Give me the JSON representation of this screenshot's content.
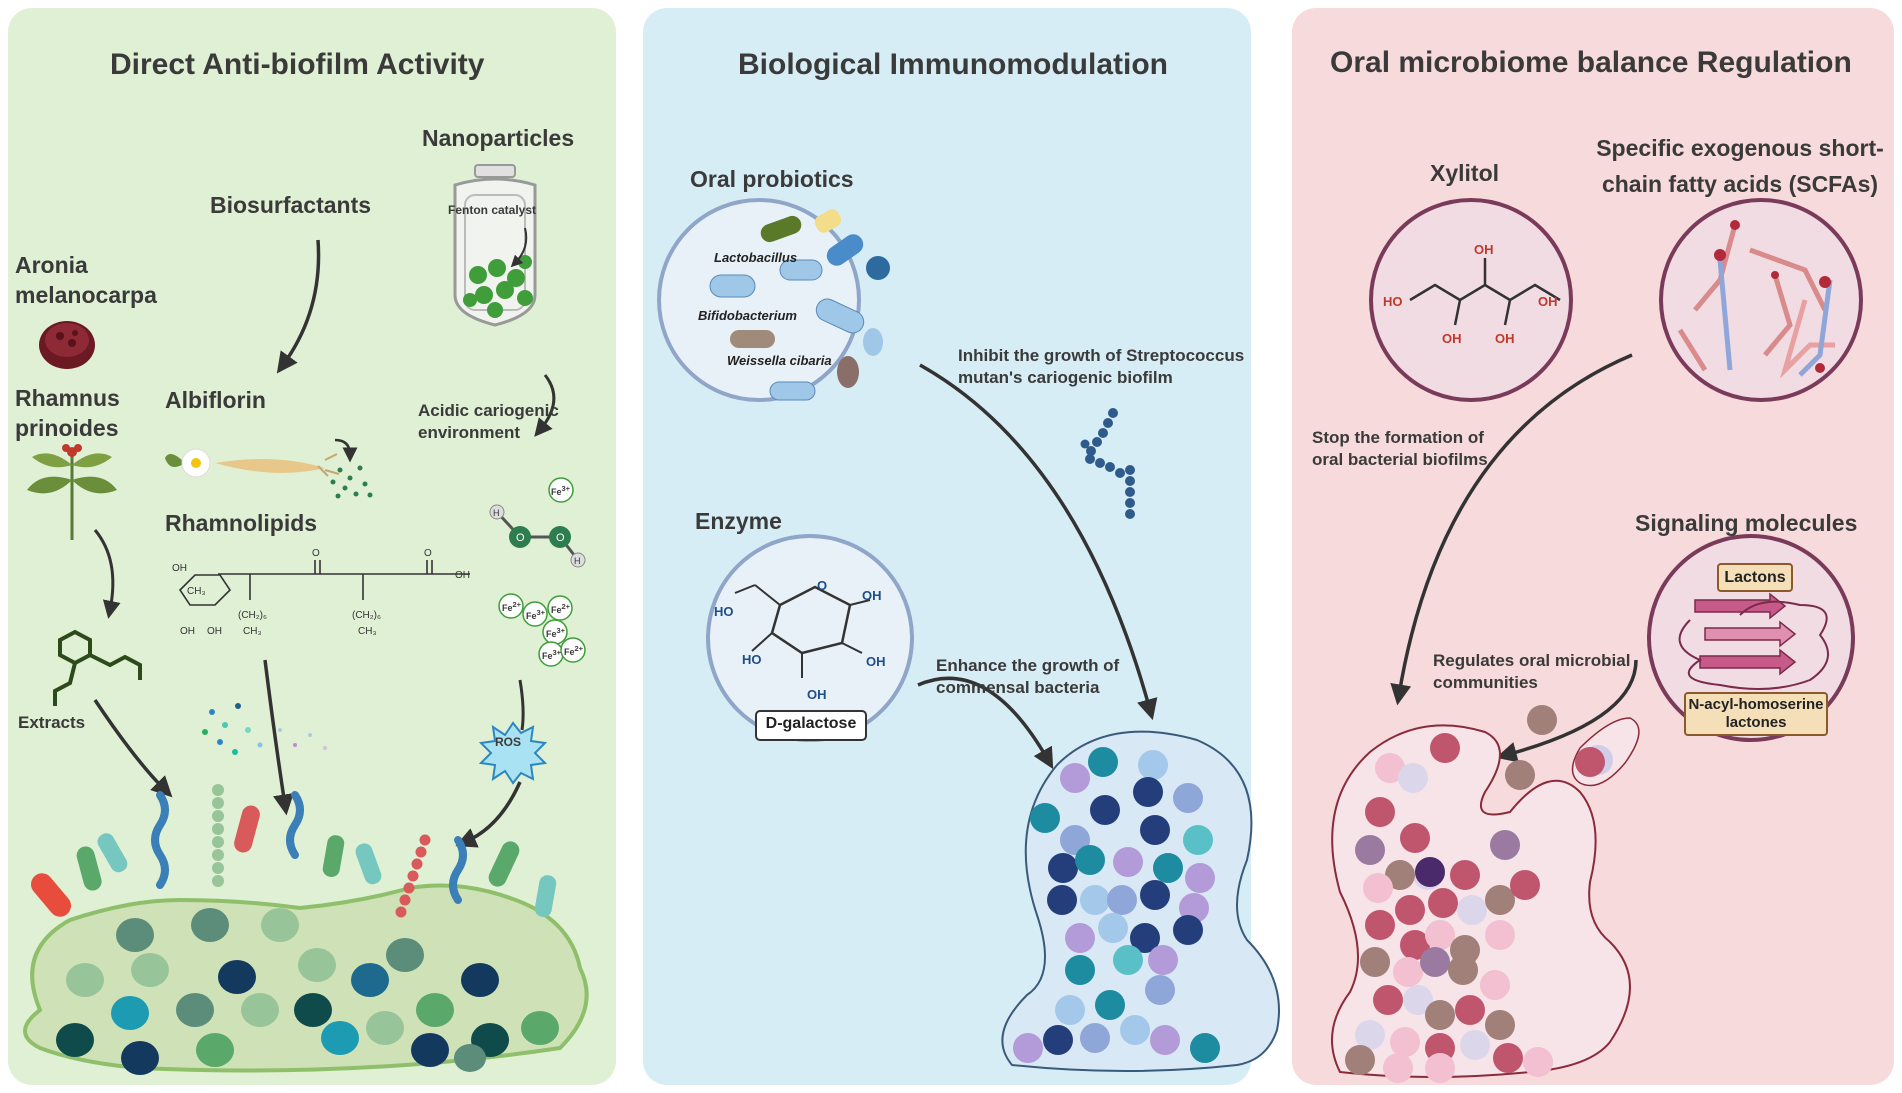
{
  "panels": {
    "antibiofilm": {
      "title": "Direct Anti-biofilm Activity",
      "aronia": "Aronia melanocarpa",
      "rhamnus": "Rhamnus prinoides",
      "biosurfactants": "Biosurfactants",
      "albiflorin": "Albiflorin",
      "rhamnolipids": "Rhamnolipids",
      "nanoparticles": "Nanoparticles",
      "fenton": "Fenton catalyst",
      "acidic": "Acidic cariogenic environment",
      "extracts": "Extracts",
      "ros": "ROS",
      "fe": "Fe",
      "fe_charge": "3+",
      "fe2_charge": "2+"
    },
    "immuno": {
      "title": "Biological Immunomodulation",
      "probiotics": "Oral probiotics",
      "lactobacillus": "Lactobacillus",
      "bifidobacterium": "Bifidobacterium",
      "weissella": "Weissella cibaria",
      "inhibit": "Inhibit the growth of Streptococcus mutan's cariogenic biofilm",
      "enzyme": "Enzyme",
      "dgalactose": "D-galactose",
      "enhance": "Enhance the growth of commensal bacteria"
    },
    "microbiome": {
      "title": "Oral microbiome balance Regulation",
      "xylitol": "Xylitol",
      "scfa": "Specific exogenous short-chain fatty acids (SCFAs)",
      "stop": "Stop the formation of oral bacterial biofilms",
      "signaling": "Signaling molecules",
      "lactons": "Lactons",
      "ahl": "N-acyl-homoserine lactones",
      "regulates": "Regulates  oral microbial communities"
    }
  },
  "colors": {
    "green_panel": "#dff0d4",
    "blue_panel": "#d7edf6",
    "pink_panel": "#f7dadb"
  }
}
